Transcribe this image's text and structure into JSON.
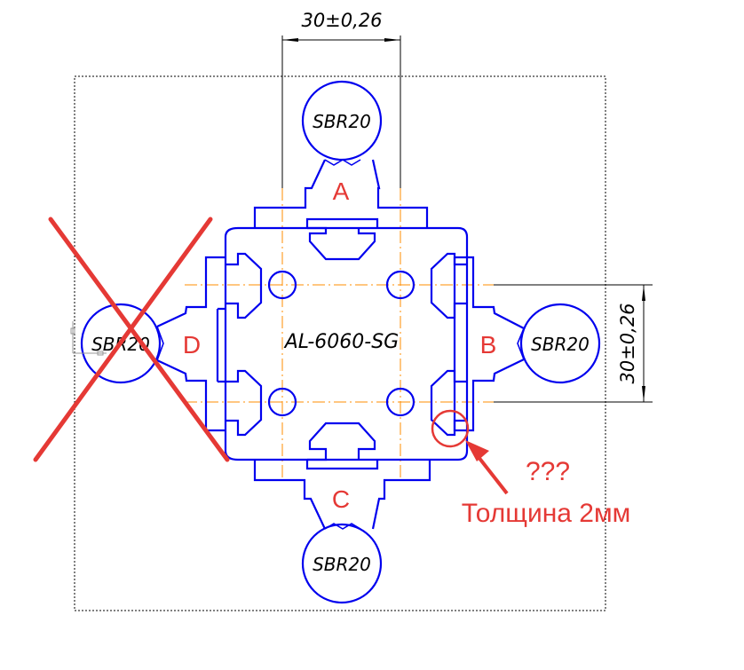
{
  "drawing": {
    "profile_label": "AL-6060-SG",
    "rail_label": "SBR20",
    "dimensions": {
      "horizontal": "30±0,26",
      "vertical": "30±0,26"
    },
    "sides": {
      "top": "A",
      "right": "B",
      "bottom": "C",
      "left": "D"
    },
    "annotation": {
      "question": "???",
      "note": "Толщина 2мм"
    },
    "crossed_out_side": "D",
    "colors": {
      "profile": "#0000ee",
      "axis": "#ff8c00",
      "annotation": "#e53935",
      "dimension": "#000000"
    }
  }
}
